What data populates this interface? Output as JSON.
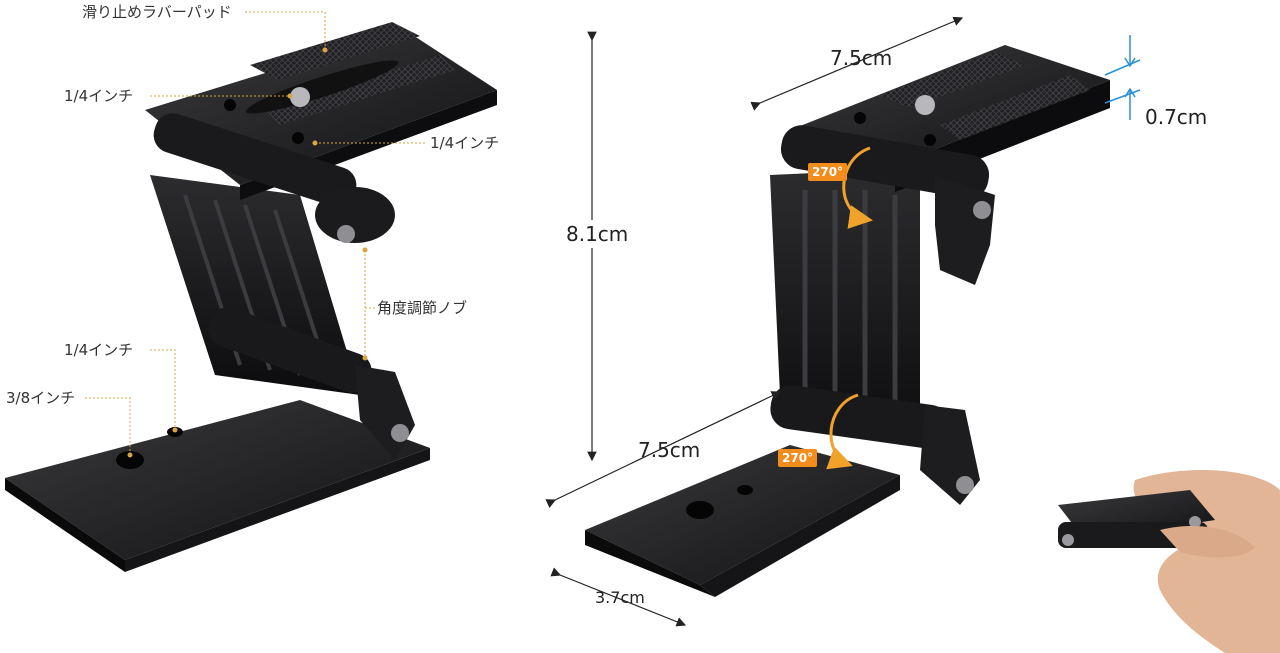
{
  "annotations": {
    "rubber_pad": "滑り止めラバーパッド",
    "quarter_inch_top_left": "1/4インチ",
    "quarter_inch_top_right": "1/4インチ",
    "angle_knob": "角度調節ノブ",
    "quarter_inch_bottom": "1/4インチ",
    "three_eighths_inch": "3/8インチ"
  },
  "dimensions": {
    "top_width": "7.5cm",
    "plate_thickness": "0.7cm",
    "height": "8.1cm",
    "bottom_width": "7.5cm",
    "depth": "3.7cm"
  },
  "rotation_badges": {
    "top": "270°",
    "bottom": "270°"
  },
  "colors": {
    "metal": "#1c1c1e",
    "leader_line": "#d9a441",
    "arrow_orange": "#f0a22a",
    "badge": "#f28c1c",
    "thickness_marker": "#2a8fd6"
  }
}
